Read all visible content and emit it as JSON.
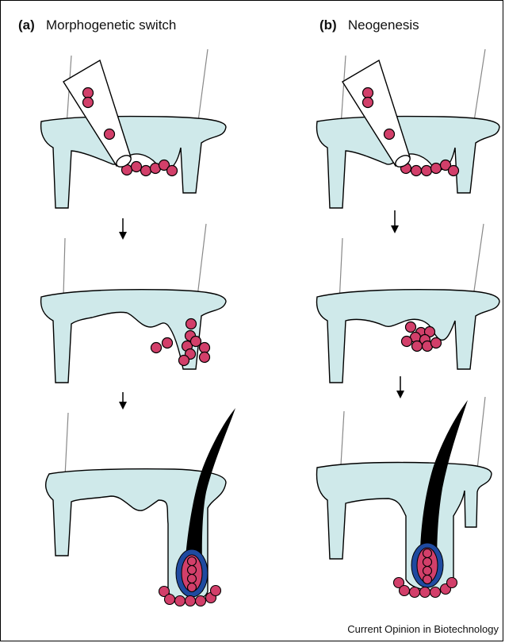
{
  "panels": [
    {
      "letter": "(a)",
      "title": "Morphogenetic switch"
    },
    {
      "letter": "(b)",
      "title": "Neogenesis"
    }
  ],
  "source_credit": "Current Opinion in Biotechnology",
  "colors": {
    "skin": "#cfe9ea",
    "cell": "#d23f6a",
    "capsule": "#1f4aa0",
    "hair": "#000000",
    "outline": "#000000"
  }
}
